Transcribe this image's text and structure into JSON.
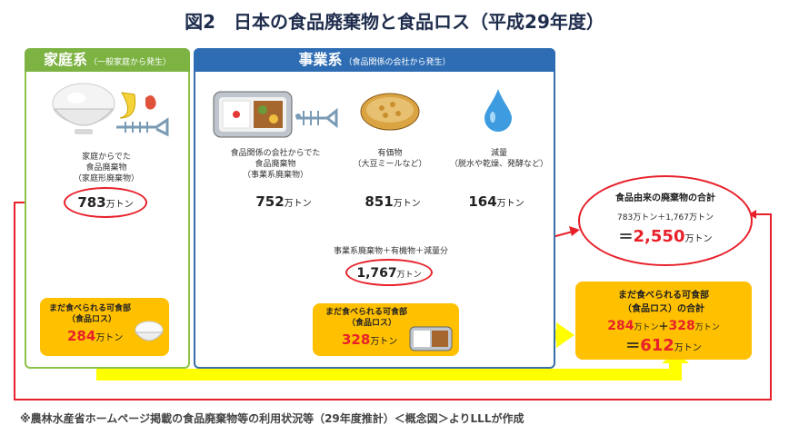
{
  "title": "図2　日本の食品廃棄物と食品ロス（平成29年度）",
  "household": {
    "heading": "家庭系",
    "subheading": "（一般家庭から発生）",
    "label_lines": [
      "家庭からでた",
      "食品廃棄物",
      "（家庭形廃棄物）"
    ],
    "amount": "783",
    "unit": "万トン",
    "loss_title_lines": [
      "まだ食べられる可食部",
      "（食品ロス）"
    ],
    "loss_amount": "284",
    "loss_unit": "万トン"
  },
  "business": {
    "heading": "事業系",
    "subheading": "（食品関係の会社から発生）",
    "items": [
      {
        "label_lines": [
          "食品関係の会社からでた",
          "食品廃棄物",
          "（事業系廃棄物）"
        ],
        "amount": "752",
        "unit": "万トン"
      },
      {
        "label_lines": [
          "有価物",
          "（大豆ミールなど）"
        ],
        "amount": "851",
        "unit": "万トン"
      },
      {
        "label_lines": [
          "減量",
          "（脱水や乾燥、発酵など）"
        ],
        "amount": "164",
        "unit": "万トン"
      }
    ],
    "sum_label": "事業系廃棄物＋有機物＋減量分",
    "sum_amount": "1,767",
    "sum_unit": "万トン",
    "loss_title_lines": [
      "まだ食べられる可食部",
      "（食品ロス）"
    ],
    "loss_amount": "328",
    "loss_unit": "万トン"
  },
  "total_waste": {
    "title": "食品由来の廃棄物の合計",
    "formula": "783万トン＋1,767万トン",
    "equals": "＝",
    "amount": "2,550",
    "unit": "万トン"
  },
  "total_loss": {
    "title_lines": [
      "まだ食べられる可食部",
      "（食品ロス）の合計"
    ],
    "a": "284",
    "a_unit": "万トン",
    "plus": "＋",
    "b": "328",
    "b_unit": "万トン",
    "equals": "＝",
    "amount": "612",
    "unit": "万トン"
  },
  "footnote": "※農林水産省ホームページ掲載の食品廃棄物等の利用状況等（29年度推計）＜概念図＞よりLLLが作成",
  "colors": {
    "household_green": "#7cb342",
    "business_blue": "#2e6db4",
    "arrow_yellow": "#ffff00",
    "box_orange": "#ffc000",
    "highlight_red": "#e8202a"
  }
}
